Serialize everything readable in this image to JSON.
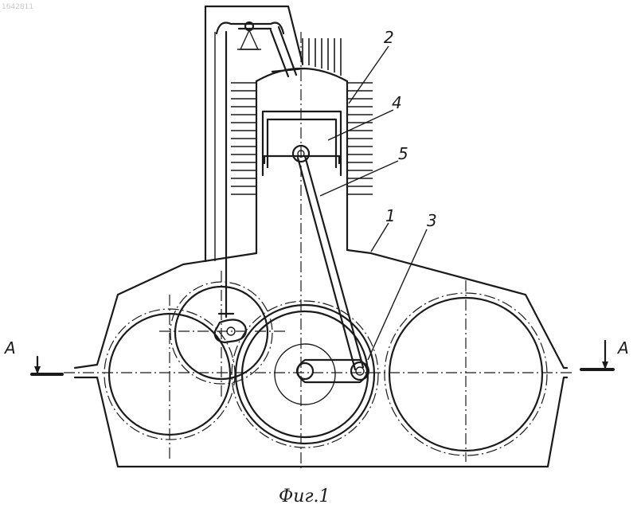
{
  "document_id": "1642811",
  "labels": {
    "part_1": "1",
    "part_2": "2",
    "part_3": "3",
    "part_4": "4",
    "part_5": "5",
    "section_left": "A",
    "section_right": "A"
  },
  "caption": "Фиг.1"
}
